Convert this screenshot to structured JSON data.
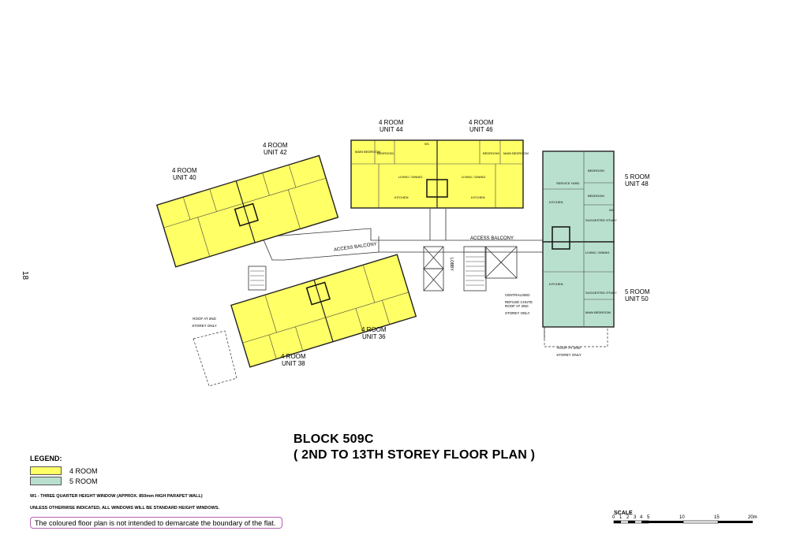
{
  "page_number": "18",
  "title": {
    "line1": "BLOCK 509C",
    "line2": "( 2ND TO 13TH STOREY FLOOR PLAN )"
  },
  "legend": {
    "heading": "LEGEND:",
    "items": [
      {
        "label": "4 ROOM",
        "color": "#ffff66"
      },
      {
        "label": "5 ROOM",
        "color": "#b9e0cf"
      }
    ]
  },
  "notes": {
    "w1": "W1  -  THREE QUARTER HEIGHT WINDOW (APPROX. 850mm HIGH PARAPET WALL)",
    "windows": "UNLESS OTHERWISE INDICATED, ALL WINDOWS WILL BE STANDARD HEIGHT WINDOWS.",
    "disclaimer": "The coloured floor plan is not intended to demarcate the boundary of the flat."
  },
  "scale": {
    "label": "SCALE",
    "marks": [
      "0",
      "1",
      "2",
      "3",
      "4",
      "5",
      "10",
      "15",
      "20m"
    ]
  },
  "units": {
    "u40": {
      "type": "4 ROOM",
      "name": "UNIT 40"
    },
    "u42": {
      "type": "4 ROOM",
      "name": "UNIT 42"
    },
    "u44": {
      "type": "4 ROOM",
      "name": "UNIT 44"
    },
    "u46": {
      "type": "4 ROOM",
      "name": "UNIT 46"
    },
    "u48": {
      "type": "5 ROOM",
      "name": "UNIT 48"
    },
    "u50": {
      "type": "5 ROOM",
      "name": "UNIT 50"
    },
    "u36": {
      "type": "4 ROOM",
      "name": "UNIT 36"
    },
    "u38": {
      "type": "4 ROOM",
      "name": "UNIT 38"
    }
  },
  "annotations": {
    "access_balcony_1": "ACCESS BALCONY",
    "access_balcony_2": "ACCESS BALCONY",
    "lobby": "LOBBY",
    "refuse_chute": "CENTRALISED REFUSE CHUTE",
    "roof_2nd_1": "ROOF AT 2ND STOREY ONLY",
    "roof_2nd_2": "ROOF AT 2ND STOREY ONLY",
    "roof_2nd_3": "ROOF AT 2ND STOREY ONLY"
  },
  "rooms": {
    "bedroom": "BEDROOM",
    "main_bedroom": "MAIN BEDROOM",
    "living_dining": "LIVING / DINING",
    "kitchen": "KITCHEN",
    "service_yard": "SERVICE YARD",
    "suggested_study": "SUGGESTED STUDY",
    "w1": "W1"
  },
  "colors": {
    "four_room": "#ffff66",
    "five_room": "#b9e0cf",
    "wall": "#222222",
    "disclaimer_border": "#b463b4"
  }
}
